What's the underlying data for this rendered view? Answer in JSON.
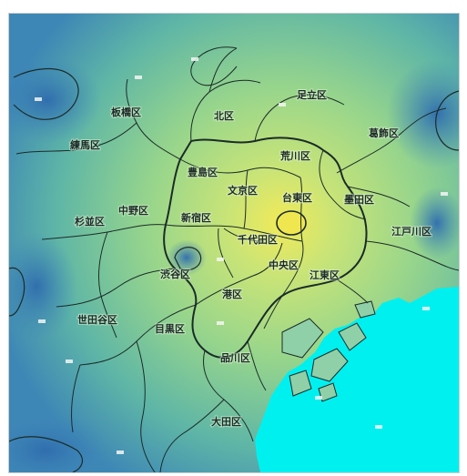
{
  "map": {
    "labels": {
      "adachi": "足立区",
      "itabashi": "板橋区",
      "kita": "北区",
      "nerima": "練馬区",
      "katsushika": "葛飾区",
      "arakawa": "荒川区",
      "toshima": "豊島区",
      "bunkyo": "文京区",
      "taito": "台東区",
      "sumida": "墨田区",
      "nakano": "中野区",
      "suginami": "杉並区",
      "shinjuku": "新宿区",
      "chiyoda": "千代田区",
      "edogawa": "江戸川区",
      "shibuya": "渋谷区",
      "chuo": "中央区",
      "koto": "江東区",
      "minato": "港区",
      "setagaya": "世田谷区",
      "meguro": "目黒区",
      "shinagawa": "品川区",
      "ota": "大田区"
    },
    "colors": {
      "sea": "#00f0f0",
      "land_low": "#3f86b8",
      "land_mid": "#6ebc9f",
      "land_high": "#c8e678",
      "hotspot": "#f0e650",
      "boundary": "#1b2b28"
    }
  }
}
